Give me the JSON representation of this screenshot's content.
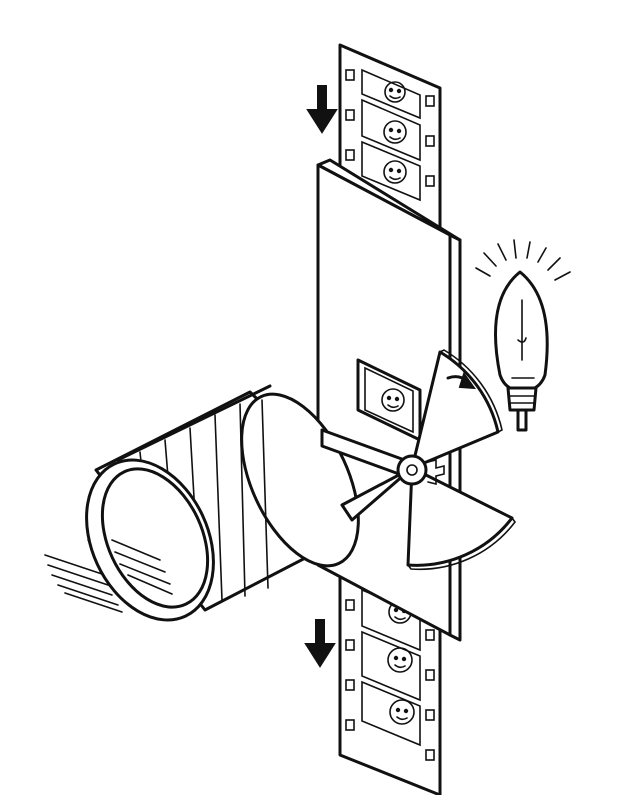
{
  "figure": {
    "parts": [
      "film-strip",
      "gate-plate",
      "projection-lens",
      "rotary-shutter",
      "light-bulb",
      "film-advance-arrows"
    ],
    "colors": {
      "ink": "#111111",
      "paper": "#ffffff"
    }
  }
}
